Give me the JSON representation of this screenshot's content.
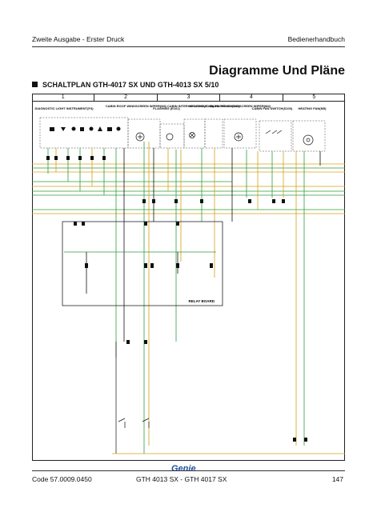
{
  "header": {
    "left": "Zweite Ausgabe - Erster Druck",
    "right": "Bedienerhandbuch"
  },
  "title": "Diagramme Und Pläne",
  "section": "SCHALTPLAN GTH-4017 SX UND GTH-4013 SX 5/10",
  "columns": [
    "1",
    "2",
    "3",
    "4",
    "5"
  ],
  "component_labels": [
    "DIAGNOSTIC LIGHT INSTRUMENT(P4)",
    "CABIN ROOF WINDSCREEN WIPER(M3)",
    "FLASHING (E101)",
    "CABIN INTERIOR LIGHT(E100)",
    "HYDRAULIC OIL FILTER SW(101)",
    "CABIN REAR WINDSCREEN WIPER(M4)",
    "CABIN FAN SWITCH(S100)",
    "HEATING FAN(M5)"
  ],
  "relay_board": "RELAY BOARD",
  "logo": "Genie",
  "footer": {
    "left": "Code 57.0009.0450",
    "middle": "GTH 4013 SX - GTH 4017 SX",
    "right": "147"
  }
}
